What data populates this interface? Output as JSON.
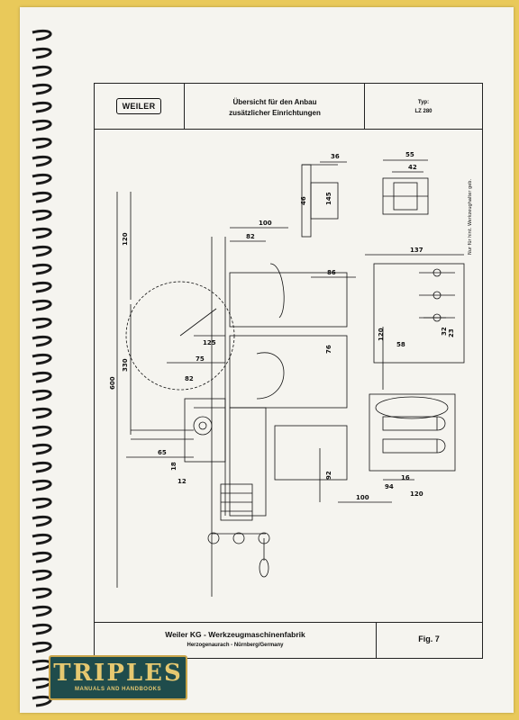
{
  "header": {
    "logo": "WEILER",
    "title_line1": "Übersicht für den Anbau",
    "title_line2": "zusätzlicher Einrichtungen",
    "type_label": "Typ:",
    "type_value": "LZ 280"
  },
  "drawing": {
    "dimensions": [
      "36",
      "55",
      "42",
      "46",
      "145",
      "120",
      "100",
      "82",
      "86",
      "137",
      "330",
      "125",
      "76",
      "75",
      "82",
      "600",
      "18",
      "65",
      "12",
      "92",
      "120",
      "58",
      "16",
      "120",
      "94",
      "100",
      "32",
      "23"
    ],
    "note": "Nur für hint. Werkzeughalter geb."
  },
  "footer": {
    "company": "Weiler KG - Werkzeugmaschinenfabrik",
    "location": "Herzogenaurach - Nürnberg/Germany",
    "figure": "Fig. 7"
  },
  "badge": {
    "name": "TRIPLES",
    "tagline": "MANUALS AND HANDBOOKS"
  },
  "colors": {
    "background": "#e9c95a",
    "paper": "#f5f4ef",
    "ink": "#111111",
    "badge_bg": "#1f4c4c",
    "badge_text": "#e6c870"
  }
}
